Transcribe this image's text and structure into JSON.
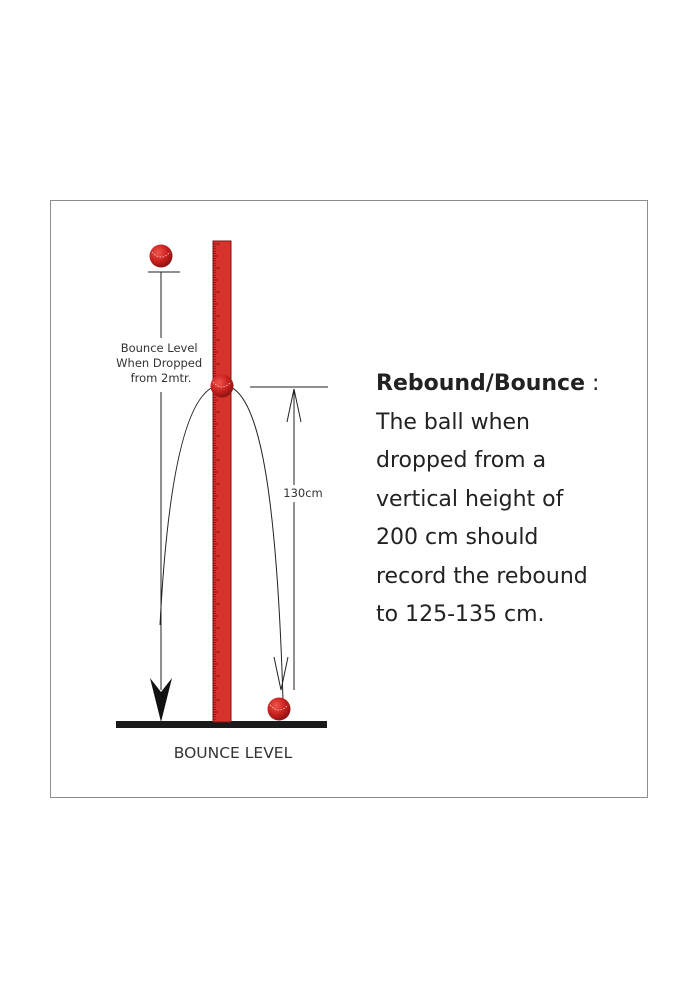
{
  "diagram": {
    "drop_label_lines": [
      "Bounce Level",
      "When Dropped",
      "from 2mtr."
    ],
    "rebound_label": "130cm",
    "ground_label": "BOUNCE LEVEL"
  },
  "description": {
    "heading": "Rebound/Bounce",
    "separator": " :",
    "lines": [
      "The ball when",
      "dropped from a",
      "vertical height of",
      "200 cm should",
      "record the rebound",
      "to 125-135 cm."
    ]
  },
  "colors": {
    "ruler": "#d8322c",
    "ball": "#c9211e",
    "line": "#222222",
    "ground": "#1a1a1a"
  }
}
